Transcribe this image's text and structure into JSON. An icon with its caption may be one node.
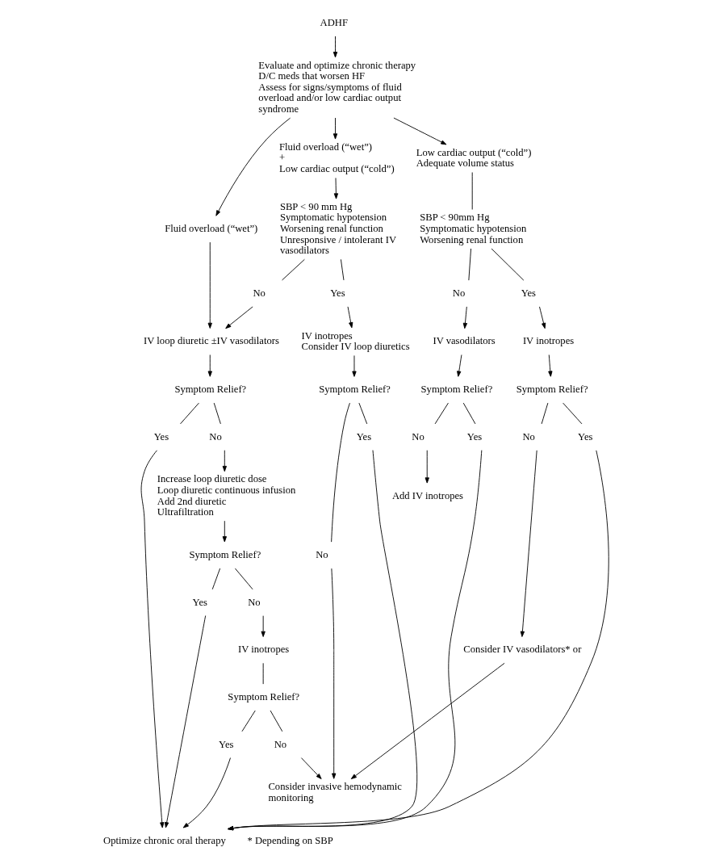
{
  "diagram": {
    "nodes": [
      {
        "text": [
          "ADHF"
        ]
      },
      {
        "text": [
          "Evaluate and optimize chronic therapy",
          "D/C meds that worsen HF",
          "Assess for signs/symptoms of fluid overload and/or low cardiac output syndrome"
        ]
      },
      {
        "text": [
          "Fluid overload (“wet”)"
        ]
      },
      {
        "text": [
          "IV loop diuretic ±IV vasodilators"
        ]
      },
      {
        "text": [
          "Symptom Relief?"
        ]
      },
      {
        "text": [
          "Yes"
        ]
      },
      {
        "text": [
          "No"
        ]
      },
      {
        "text": [
          "Increase loop diuretic dose",
          "Loop diuretic continuous infusion",
          "Add 2nd diuretic",
          "Ultrafiltration"
        ]
      },
      {
        "text": [
          "Symptom Relief?"
        ]
      },
      {
        "text": [
          "Yes"
        ]
      },
      {
        "text": [
          "No"
        ]
      },
      {
        "text": [
          "IV inotropes"
        ]
      },
      {
        "text": [
          "Symptom Relief?"
        ]
      },
      {
        "text": [
          "Yes"
        ]
      },
      {
        "text": [
          "No"
        ]
      },
      {
        "text": [
          "Consider invasive hemodynamic monitoring"
        ]
      },
      {
        "text": [
          "Optimize chronic oral therapy"
        ]
      },
      {
        "text": [
          "Fluid overload (“wet”)",
          "+",
          "Low cardiac output (“cold”)"
        ]
      },
      {
        "text": [
          "SBP < 90 mm Hg",
          "Symptomatic hypotension",
          "Worsening renal function",
          "Unresponsive / intolerant IV vasodilators"
        ]
      },
      {
        "text": [
          "No"
        ]
      },
      {
        "text": [
          "Yes"
        ]
      },
      {
        "text": [
          "IV inotropes",
          "Consider IV loop diuretics"
        ]
      },
      {
        "text": [
          "Symptom Relief?"
        ]
      },
      {
        "text": [
          "No"
        ]
      },
      {
        "text": [
          "Yes"
        ]
      },
      {
        "text": [
          "Low cardiac output (“cold”)",
          "Adequate volume status"
        ]
      },
      {
        "text": [
          "SBP < 90mm Hg",
          "Symptomatic hypotension",
          "Worsening renal function"
        ]
      },
      {
        "text": [
          "No"
        ]
      },
      {
        "text": [
          "Yes"
        ]
      },
      {
        "text": [
          "IV vasodilators"
        ]
      },
      {
        "text": [
          "Symptom Relief?"
        ]
      },
      {
        "text": [
          "No"
        ]
      },
      {
        "text": [
          "Yes"
        ]
      },
      {
        "text": [
          "Add IV inotropes"
        ]
      },
      {
        "text": [
          "IV inotropes"
        ]
      },
      {
        "text": [
          "Symptom Relief?"
        ]
      },
      {
        "text": [
          "No"
        ]
      },
      {
        "text": [
          "Yes"
        ]
      },
      {
        "text": [
          "Consider IV vasodilators* or"
        ]
      }
    ],
    "edges": [
      {
        "from": 0,
        "to": 1,
        "arrow": "to"
      },
      {
        "from": 1,
        "to": 2,
        "arrow": "to"
      },
      {
        "from": 1,
        "to": 17,
        "arrow": "to"
      },
      {
        "from": 1,
        "to": 25,
        "arrow": "to"
      },
      {
        "from": 2,
        "to": 3,
        "arrow": "to"
      },
      {
        "from": 3,
        "to": 4,
        "arrow": "to"
      },
      {
        "from": 4,
        "to": 5,
        "arrow": "none"
      },
      {
        "from": 4,
        "to": 6,
        "arrow": "none"
      },
      {
        "from": 5,
        "to": 16,
        "arrow": "to"
      },
      {
        "from": 6,
        "to": 7,
        "arrow": "to"
      },
      {
        "from": 7,
        "to": 8,
        "arrow": "to"
      },
      {
        "from": 8,
        "to": 9,
        "arrow": "none"
      },
      {
        "from": 8,
        "to": 10,
        "arrow": "none"
      },
      {
        "from": 9,
        "to": 16,
        "arrow": "to"
      },
      {
        "from": 10,
        "to": 11,
        "arrow": "to"
      },
      {
        "from": 11,
        "to": 12,
        "arrow": "none"
      },
      {
        "from": 12,
        "to": 13,
        "arrow": "none"
      },
      {
        "from": 12,
        "to": 14,
        "arrow": "none"
      },
      {
        "from": 13,
        "to": 16,
        "arrow": "to"
      },
      {
        "from": 14,
        "to": 15,
        "arrow": "to"
      },
      {
        "from": 17,
        "to": 18,
        "arrow": "to"
      },
      {
        "from": 18,
        "to": 19,
        "arrow": "none"
      },
      {
        "from": 18,
        "to": 20,
        "arrow": "none"
      },
      {
        "from": 19,
        "to": 3,
        "arrow": "to"
      },
      {
        "from": 20,
        "to": 21,
        "arrow": "to"
      },
      {
        "from": 21,
        "to": 22,
        "arrow": "to"
      },
      {
        "from": 22,
        "to": 23,
        "arrow": "none"
      },
      {
        "from": 22,
        "to": 24,
        "arrow": "none"
      },
      {
        "from": 23,
        "to": 15,
        "arrow": "to"
      },
      {
        "from": 24,
        "to": 16,
        "arrow": "to"
      },
      {
        "from": 25,
        "to": 26,
        "arrow": "none"
      },
      {
        "from": 26,
        "to": 27,
        "arrow": "none"
      },
      {
        "from": 26,
        "to": 28,
        "arrow": "none"
      },
      {
        "from": 27,
        "to": 29,
        "arrow": "to"
      },
      {
        "from": 28,
        "to": 34,
        "arrow": "to"
      },
      {
        "from": 29,
        "to": 30,
        "arrow": "to"
      },
      {
        "from": 30,
        "to": 31,
        "arrow": "none"
      },
      {
        "from": 30,
        "to": 32,
        "arrow": "none"
      },
      {
        "from": 31,
        "to": 33,
        "arrow": "to"
      },
      {
        "from": 32,
        "to": 16,
        "arrow": "to"
      },
      {
        "from": 34,
        "to": 35,
        "arrow": "to"
      },
      {
        "from": 35,
        "to": 36,
        "arrow": "none"
      },
      {
        "from": 35,
        "to": 37,
        "arrow": "none"
      },
      {
        "from": 36,
        "to": 38,
        "arrow": "to"
      },
      {
        "from": 37,
        "to": 16,
        "arrow": "to"
      },
      {
        "from": 38,
        "to": 15,
        "arrow": "to"
      }
    ],
    "labels": [
      "* Depending on SBP"
    ]
  }
}
